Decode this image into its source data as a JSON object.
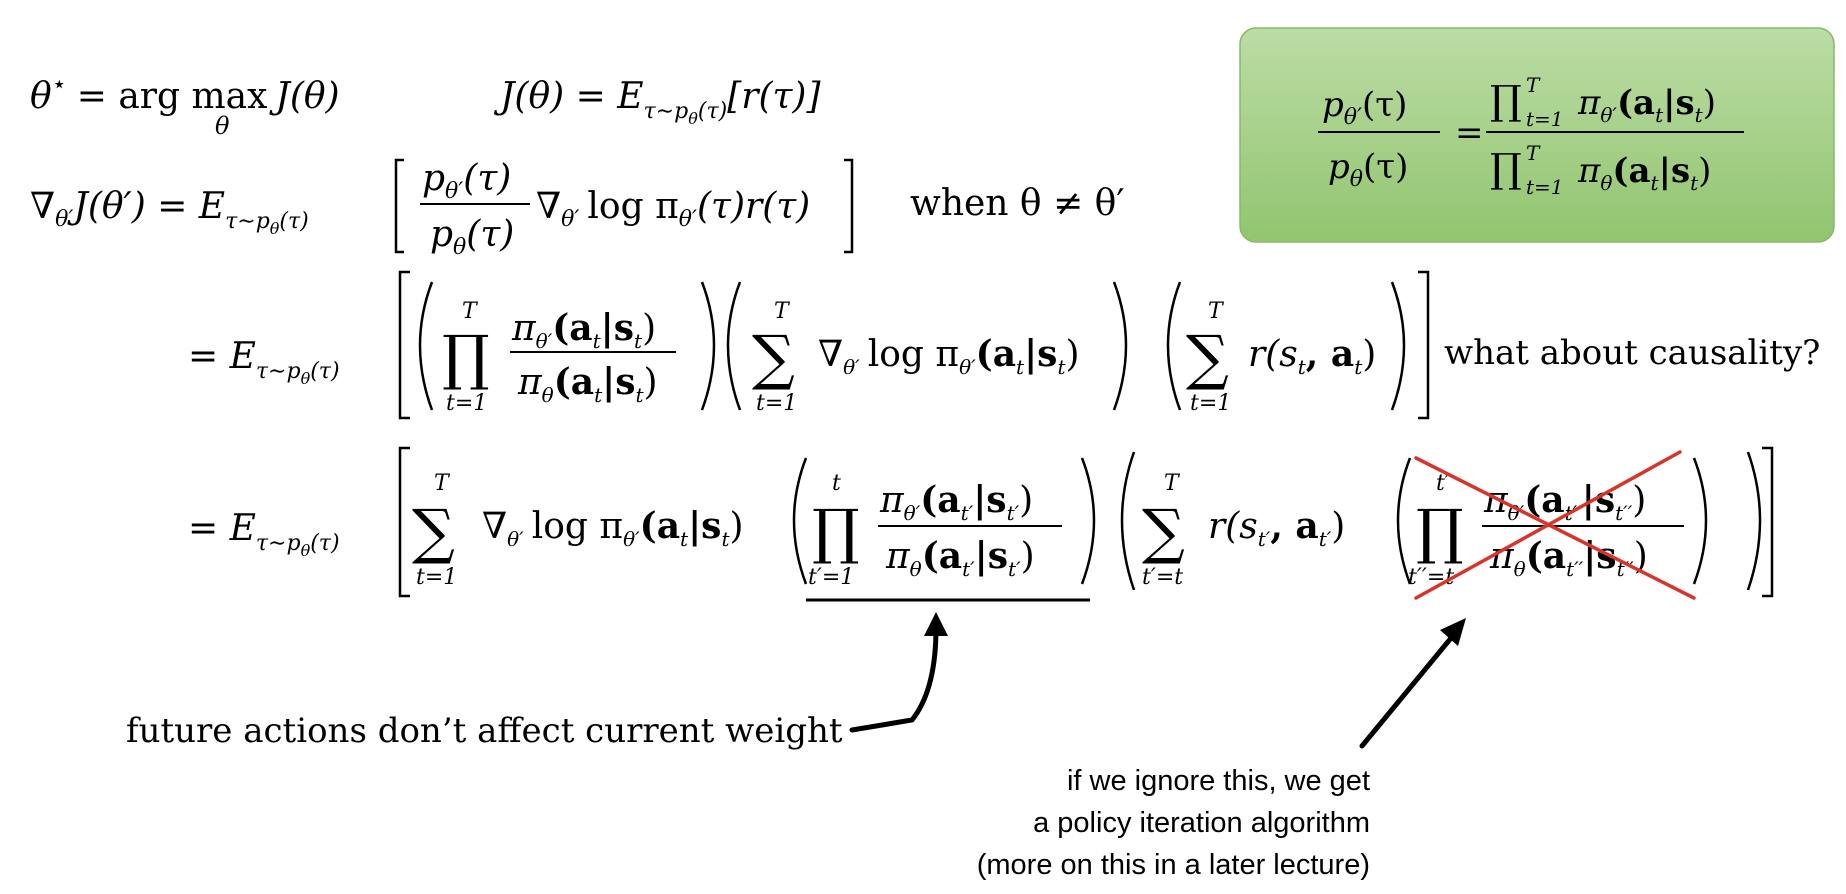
{
  "equations": {
    "line1_left": {
      "theta_star": "θ",
      "theta_star_sup": "⋆",
      "equals_argmax": "= arg max",
      "argmax_sub": "θ",
      "J_theta": "J(θ)"
    },
    "line1_right": {
      "J_theta_eq": "J(θ) = E",
      "sub": "τ∼p",
      "sub2": "θ",
      "sub3": "(τ)",
      "r_tau": "[r(τ)]"
    },
    "line2": {
      "grad": "∇",
      "grad_sub": "θ′",
      "J_prime": "J(θ′) = E",
      "E_sub": "τ∼p",
      "E_sub2": "θ",
      "E_sub3": "(τ)",
      "frac_num": "p",
      "frac_num_sub": "θ′",
      "frac_num_arg": "(τ)",
      "frac_den": "p",
      "frac_den_sub": "θ",
      "frac_den_arg": "(τ)",
      "grad2": "∇",
      "grad2_sub": "θ′",
      "log_pi": "log π",
      "log_pi_sub": "θ′",
      "tail": "(τ)r(τ)",
      "when": "when θ ≠ θ′"
    },
    "line3": {
      "eq": "= E",
      "E_sub": "τ∼p",
      "E_sub2": "θ",
      "E_sub3": "(τ)",
      "prod_top": "T",
      "prod_bot": "t=1",
      "num": "π",
      "num_sub": "θ′",
      "num_arg": "(a",
      "num_arg_sub": "t",
      "num_arg2": "|s",
      "num_arg2_sub": "t",
      "num_close": ")",
      "den": "π",
      "den_sub": "θ",
      "sum1_top": "T",
      "sum1_bot": "t=1",
      "grad_log": "∇",
      "grad_log_sub": "θ′",
      "log_pi": "log π",
      "log_pi_sub": "θ′",
      "log_arg": "(a",
      "log_arg_sub": "t",
      "log_arg2": "|s",
      "log_arg2_sub": "t",
      "log_close": ")",
      "sum2_top": "T",
      "sum2_bot": "t=1",
      "r_expr": "r(s",
      "r_expr_sub": "t",
      "r_expr2": ", a",
      "r_expr2_sub": "t",
      "r_close": ")",
      "question": "what about causality?"
    },
    "line4": {
      "eq": "= E",
      "E_sub": "τ∼p",
      "E_sub2": "θ",
      "E_sub3": "(τ)",
      "sum_top": "T",
      "sum_bot": "t=1",
      "grad": "∇",
      "grad_sub": "θ′",
      "log_pi": "log π",
      "log_pi_sub": "θ′",
      "log_arg": "(a",
      "log_arg_sub": "t",
      "log_arg2": "|s",
      "log_arg2_sub": "t",
      "log_close": ")",
      "prod1_top": "t",
      "prod1_bot": "t′=1",
      "w_num": "π",
      "w_num_sub": "θ′",
      "w_num_arg": "(a",
      "w_num_arg_sub": "t′",
      "w_num_arg2": "|s",
      "w_num_arg2_sub": "t′",
      "w_close": ")",
      "w_den": "π",
      "w_den_sub": "θ",
      "sum2_top": "T",
      "sum2_bot": "t′=t",
      "r_expr": "r(s",
      "r_expr_sub": "t′",
      "r_expr2": ", a",
      "r_expr2_sub": "t′",
      "r_close": ")",
      "prod2_top": "t′",
      "prod2_bot": "t′′=t",
      "c_num": "π",
      "c_num_sub": "θ′",
      "c_num_arg": "(a",
      "c_num_arg_sub": "t′′",
      "c_num_arg2": "|s",
      "c_num_arg2_sub": "t′′",
      "c_close": ")",
      "c_den": "π",
      "c_den_sub": "θ"
    }
  },
  "green_box": {
    "lhs_num": "p",
    "lhs_num_sub": "θ′",
    "lhs_num_arg": "(τ)",
    "lhs_den": "p",
    "lhs_den_sub": "θ",
    "lhs_den_arg": "(τ)",
    "eq": "=",
    "rhs_num_prod": "∏",
    "rhs_num_top": "T",
    "rhs_num_bot": "t=1",
    "rhs_num_pi": "π",
    "rhs_num_pi_sub": "θ′",
    "rhs_num_arg": "(a",
    "rhs_num_arg_sub": "t",
    "rhs_num_arg2": "|s",
    "rhs_num_arg2_sub": "t",
    "rhs_num_close": ")",
    "rhs_den_prod": "∏",
    "rhs_den_top": "T",
    "rhs_den_bot": "t=1",
    "rhs_den_pi": "π",
    "rhs_den_pi_sub": "θ",
    "rhs_den_arg": "(a",
    "rhs_den_arg_sub": "t",
    "rhs_den_arg2": "|s",
    "rhs_den_arg2_sub": "t",
    "rhs_den_close": ")",
    "fill": "#a9cf8c",
    "border": "#88b86a"
  },
  "annotations": {
    "future_actions": "future actions don’t affect current weight",
    "ignore_line1": "if we ignore this, we get",
    "ignore_line2": "a policy iteration algorithm",
    "ignore_line3": "(more on this in a later lecture)"
  },
  "colors": {
    "cross": "#d9342b",
    "ink": "#000000"
  }
}
